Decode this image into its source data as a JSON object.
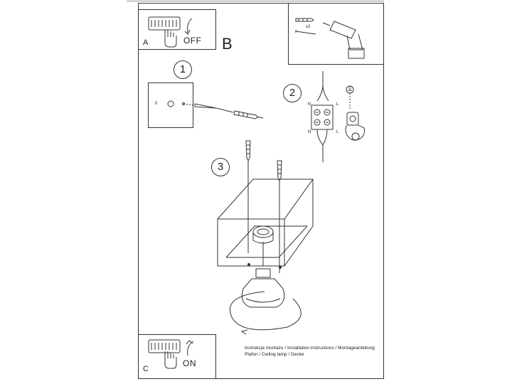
{
  "panels": {
    "a": {
      "letter": "A",
      "word": "OFF"
    },
    "b": {
      "letter": "B"
    },
    "c": {
      "letter": "C",
      "word": "ON"
    }
  },
  "steps": [
    "1",
    "2",
    "3"
  ],
  "plate": {
    "marker": "0"
  },
  "tools": {
    "quantity": "x2"
  },
  "wiring": {
    "top_left": "N",
    "top_right": "L",
    "bottom_left": "N",
    "bottom_right": "L"
  },
  "footer": {
    "line1": "Instrukcja montażu / Installation instructions / Montageanleitung",
    "line2": "Plafon / Ceiling lamp / Decke"
  }
}
